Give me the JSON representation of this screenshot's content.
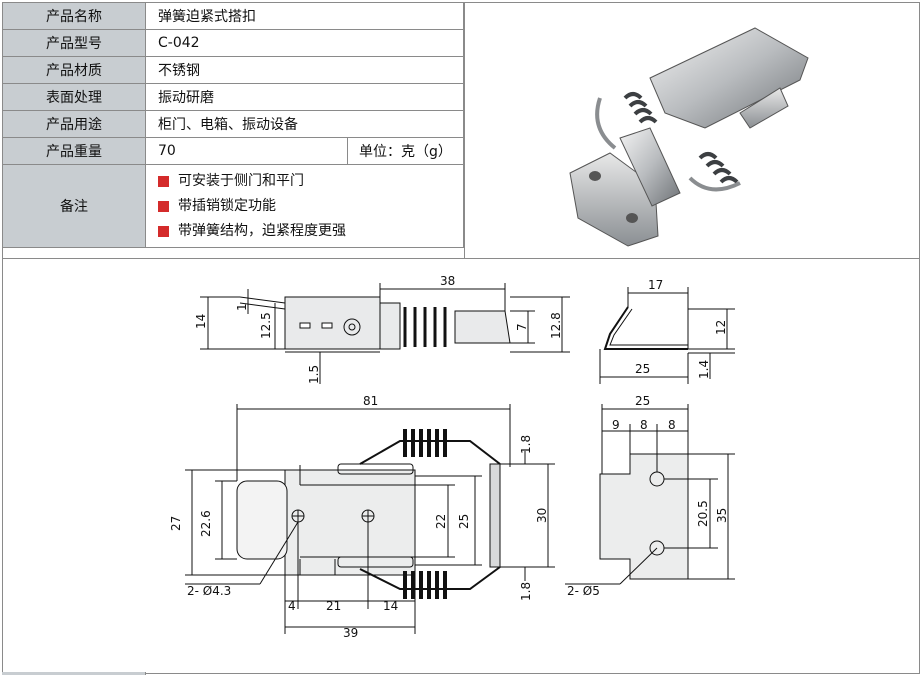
{
  "spec": {
    "rows": [
      {
        "key": "产品名称",
        "value": "弹簧迫紧式搭扣"
      },
      {
        "key": "产品型号",
        "value": "C-042"
      },
      {
        "key": "产品材质",
        "value": "不锈钢"
      },
      {
        "key": "表面处理",
        "value": "振动研磨"
      },
      {
        "key": "产品用途",
        "value": "柜门、电箱、振动设备"
      },
      {
        "key": "产品重量",
        "value": "70",
        "unit": "单位：克（g）"
      }
    ],
    "notes_key": "备注",
    "notes": [
      "可安装于侧门和平门",
      "带插销锁定功能",
      "带弹簧结构，迫紧程度更强"
    ]
  },
  "colors": {
    "header_bg": "#c8cdd1",
    "bullet": "#d42b2b",
    "line": "#111111"
  },
  "drawing": {
    "side": {
      "d14": "14",
      "d1": "1",
      "d12_5": "12.5",
      "d38": "38",
      "d7": "7",
      "d12_8": "12.8",
      "d1_5": "1.5"
    },
    "end": {
      "d17": "17",
      "d12": "12",
      "d1_4": "1.4",
      "d25": "25"
    },
    "top": {
      "d81": "81",
      "d1_8a": "1.8",
      "d27": "27",
      "d22_6": "22.6",
      "d22": "22",
      "d25": "25",
      "d30": "30",
      "d1_8b": "1.8",
      "hole": "2- Ø4.3",
      "d4": "4",
      "d21": "21",
      "d14": "14",
      "d39": "39"
    },
    "plate": {
      "d25": "25",
      "d9": "9",
      "d8a": "8",
      "d8b": "8",
      "d20_5": "20.5",
      "d35": "35",
      "hole": "2- Ø5"
    }
  }
}
